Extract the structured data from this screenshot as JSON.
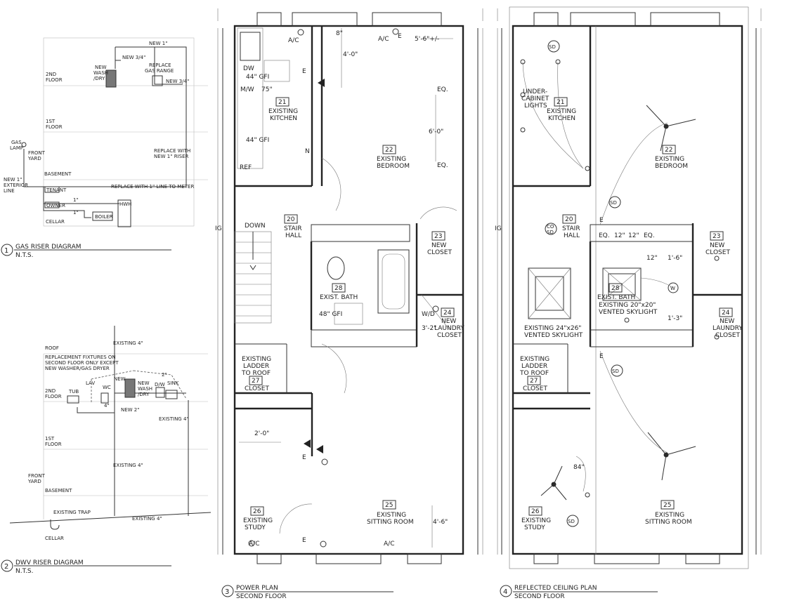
{
  "gas_riser": {
    "title_number": "1",
    "title": "GAS RISER DIAGRAM",
    "scale": "N.T.S.",
    "labels": {
      "new_1_top": "NEW 1\"",
      "new_3_4_a": "NEW 3/4\"",
      "new_wash_dry": [
        "NEW",
        "WASH",
        "/DRY"
      ],
      "replace_gas_range": [
        "REPLACE",
        "GAS RANGE"
      ],
      "new_3_4_b": "NEW 3/4\"",
      "second_floor": [
        "2ND",
        "FLOOR"
      ],
      "first_floor": [
        "1ST",
        "FLOOR"
      ],
      "gas_lamp": [
        "GAS",
        "LAMP"
      ],
      "front_yard": [
        "FRONT",
        "YARD"
      ],
      "replace_riser": [
        "REPLACE WITH",
        "NEW 1\" RISER"
      ],
      "basement": "BASEMENT",
      "new_exterior": [
        "NEW 1\"",
        "EXTERIOR",
        "LINE"
      ],
      "tenant": "TENANT",
      "replace_line": "REPLACE WITH 1\" LINE TO METER",
      "one_inch_a": "1\"",
      "owner": "OWNER",
      "hwh": "HWH",
      "one_inch_b": "1\"",
      "boiler": "BOILER",
      "cellar": "CELLAR"
    }
  },
  "dwv_riser": {
    "title_number": "2",
    "title": "DWV RISER DIAGRAM",
    "scale": "N.T.S.",
    "labels": {
      "existing_4_top": "EXISTING 4\"",
      "roof": "ROOF",
      "replacement_note": [
        "REPLACEMENT FIXTURES ON",
        "SECOND FLOOR ONLY EXCEPT",
        "NEW WASHER/GAS DRYER"
      ],
      "second_floor": [
        "2ND",
        "FLOOR"
      ],
      "tub": "TUB",
      "lav": "LAV",
      "wc": "WC",
      "new": "NEW",
      "new_wash_dry": [
        "NEW",
        "WASH",
        "/DRY"
      ],
      "dw": "D/W",
      "sink": "SINK",
      "two_inch": "2\"",
      "four_inch": "4\"",
      "new_2": "NEW 2\"",
      "existing_4_mid": "EXISTING 4\"",
      "first_floor": [
        "1ST",
        "FLOOR"
      ],
      "existing_4_low": "EXISTING 4\"",
      "front_yard": [
        "FRONT",
        "YARD"
      ],
      "basement": "BASEMENT",
      "existing_trap": "EXISTING TRAP",
      "existing_4_bottom": "EXISTING 4\"",
      "cellar": "CELLAR"
    }
  },
  "power_plan": {
    "title_number": "3",
    "title": "POWER PLAN",
    "subtitle": "SECOND FLOOR",
    "rooms": [
      {
        "num": "21",
        "name": [
          "EXISTING",
          "KITCHEN"
        ]
      },
      {
        "num": "22",
        "name": [
          "EXISTING",
          "BEDROOM"
        ]
      },
      {
        "num": "20",
        "name": [
          "STAIR",
          "HALL"
        ]
      },
      {
        "num": "23",
        "name": [
          "NEW",
          "CLOSET"
        ]
      },
      {
        "num": "28",
        "name": [
          "EXIST. BATH"
        ]
      },
      {
        "num": "24",
        "name": [
          "NEW",
          "LAUNDRY",
          "CLOSET"
        ]
      },
      {
        "num": "27",
        "name": [
          "CLOSET"
        ]
      },
      {
        "num": "26",
        "name": [
          "EXISTING",
          "STUDY"
        ]
      },
      {
        "num": "25",
        "name": [
          "EXISTING",
          "SITTING ROOM"
        ]
      }
    ],
    "notes": {
      "ac": "A/C",
      "e": "E",
      "dw": "DW",
      "gfi_44": "44\" GFI",
      "mw": "M/W",
      "mw_h": "75\"",
      "gfi_44b": "44\" GFI",
      "ref": "REF",
      "down": "DOWN",
      "dim_8": "8\"",
      "dim_4_0": "4'-0\"",
      "dim_5_6": "5'-6\"+/-",
      "dim_6_0": "6'-0\"",
      "eq": "EQ.",
      "gfi_48": "48\" GFI",
      "wd": "W/D",
      "dim_3_2": "3'-2\"",
      "dim_2_0": "2'-0\"",
      "dim_4_6": "4'-6\"",
      "ladder": [
        "EXISTING",
        "LADDER",
        "TO ROOF"
      ],
      "n": "N",
      "ig": "IG"
    }
  },
  "ceiling_plan": {
    "title_number": "4",
    "title": "REFLECTED CEILING PLAN",
    "subtitle": "SECOND FLOOR",
    "notes": {
      "sd": "SD",
      "co_sd": [
        "CO",
        "SD"
      ],
      "under_cabinet": [
        "UNDER-",
        "CABINET",
        "LIGHTS"
      ],
      "eq": "EQ.",
      "dim_12": "12\"",
      "dim_1_6": "1'-6\"",
      "dim_1_3": "1'-3\"",
      "dim_84": "84\"",
      "w": "W",
      "skylight_24": [
        "EXISTING 24\"x26\"",
        "VENTED SKYLIGHT"
      ],
      "skylight_20": [
        "EXISTING 20\"x20\"",
        "VENTED SKYLIGHT"
      ],
      "ladder": [
        "EXISTING",
        "LADDER",
        "TO ROOF"
      ],
      "e": "E",
      "ig": "IG"
    },
    "rooms": [
      {
        "num": "21",
        "name": [
          "EXISTING",
          "KITCHEN"
        ]
      },
      {
        "num": "22",
        "name": [
          "EXISTING",
          "BEDROOM"
        ]
      },
      {
        "num": "20",
        "name": [
          "STAIR",
          "HALL"
        ]
      },
      {
        "num": "23",
        "name": [
          "NEW",
          "CLOSET"
        ]
      },
      {
        "num": "28",
        "name": [
          "EXIST. BATH"
        ]
      },
      {
        "num": "24",
        "name": [
          "NEW",
          "LAUNDRY",
          "CLOSET"
        ]
      },
      {
        "num": "27",
        "name": [
          "CLOSET"
        ]
      },
      {
        "num": "26",
        "name": [
          "EXISTING",
          "STUDY"
        ]
      },
      {
        "num": "25",
        "name": [
          "EXISTING",
          "SITTING ROOM"
        ]
      }
    ]
  }
}
